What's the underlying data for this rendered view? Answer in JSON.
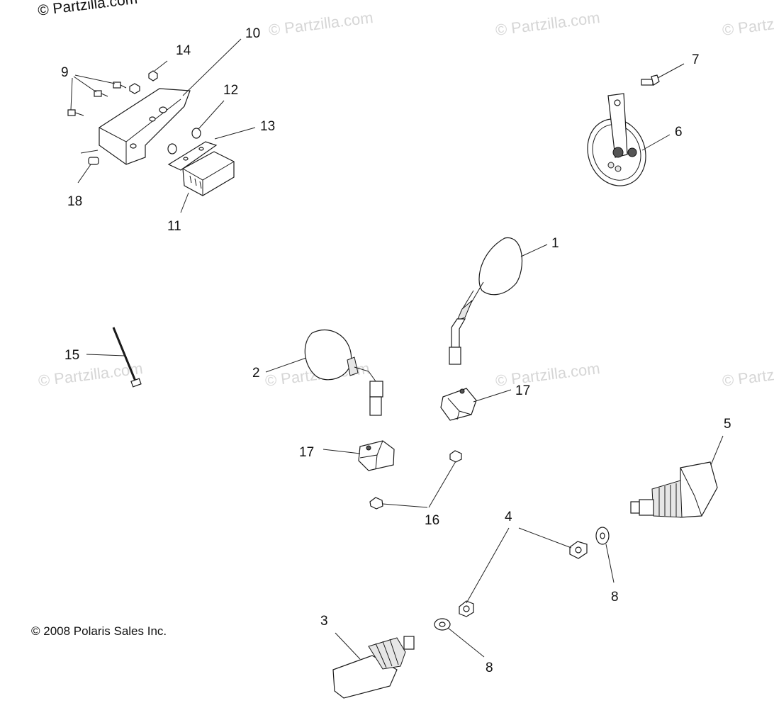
{
  "watermark": {
    "copyright_top": "© Partzilla.com",
    "repeat_text": "© Partzilla.com"
  },
  "footer": {
    "copyright": "© 2008 Polaris Sales Inc."
  },
  "callouts": {
    "c1": "1",
    "c2": "2",
    "c3": "3",
    "c4": "4",
    "c5": "5",
    "c6": "6",
    "c7": "7",
    "c8a": "8",
    "c8b": "8",
    "c9": "9",
    "c10": "10",
    "c11": "11",
    "c12": "12",
    "c13": "13",
    "c14": "14",
    "c15": "15",
    "c16": "16",
    "c17a": "17",
    "c17b": "17",
    "c18": "18"
  },
  "colors": {
    "line": "#1a1a1a",
    "watermark": "#d6d6d6",
    "background": "#ffffff"
  }
}
